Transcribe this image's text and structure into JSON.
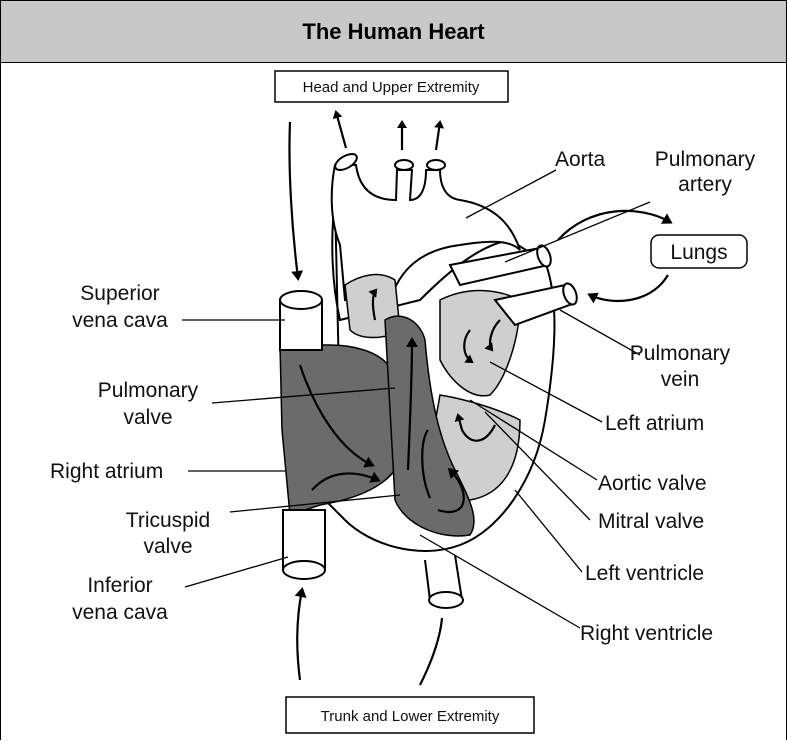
{
  "title": "The Human Heart",
  "boxes": {
    "head": "Head and Upper Extremity",
    "trunk": "Trunk and Lower Extremity",
    "lungs": "Lungs"
  },
  "labels": {
    "aorta": "Aorta",
    "pulmonary_artery_1": "Pulmonary",
    "pulmonary_artery_2": "artery",
    "superior_vc_1": "Superior",
    "superior_vc_2": "vena cava",
    "pulmonary_valve_1": "Pulmonary",
    "pulmonary_valve_2": "valve",
    "right_atrium": "Right atrium",
    "tricuspid_1": "Tricuspid",
    "tricuspid_2": "valve",
    "inferior_vc_1": "Inferior",
    "inferior_vc_2": "vena cava",
    "pulmonary_vein_1": "Pulmonary",
    "pulmonary_vein_2": "vein",
    "left_atrium": "Left atrium",
    "aortic_valve": "Aortic valve",
    "mitral_valve": "Mitral valve",
    "left_ventricle": "Left  ventricle",
    "right_ventricle": "Right  ventricle"
  },
  "colors": {
    "title_bg": "#c8c8c8",
    "deoxygenated": "#6b6b6b",
    "oxygenated": "#cfcfcf"
  }
}
